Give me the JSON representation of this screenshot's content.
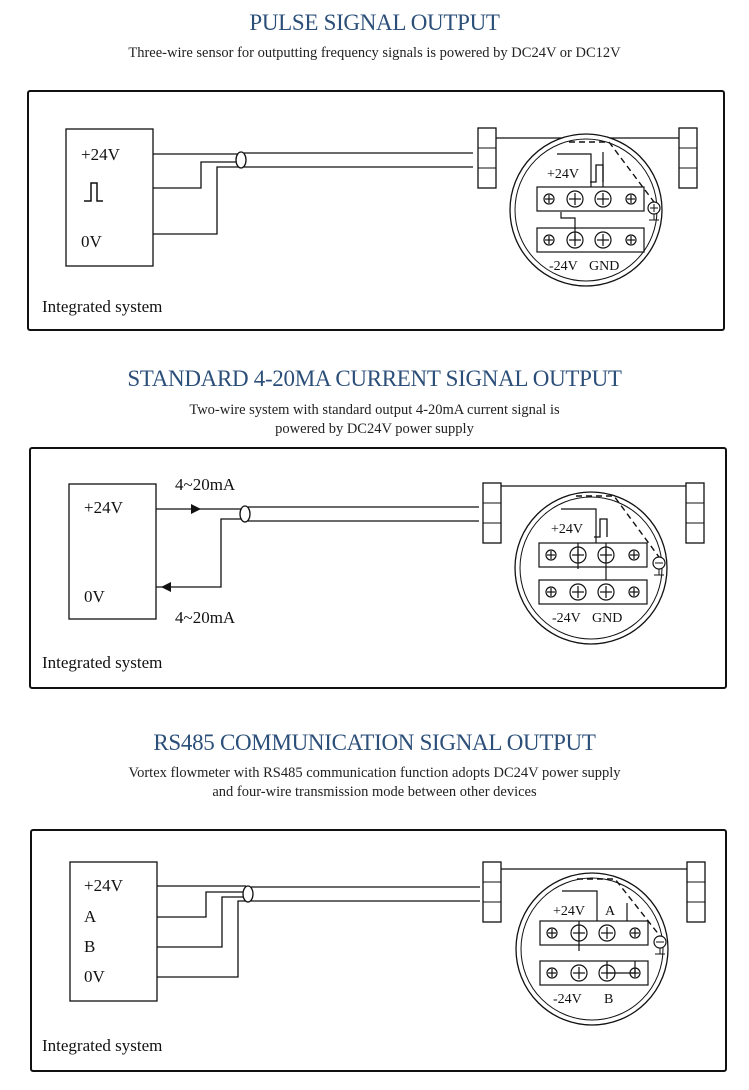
{
  "sections": [
    {
      "title": "PULSE SIGNAL OUTPUT",
      "description": [
        "Three-wire sensor for outputting frequency signals is powered by DC24V or DC12V"
      ],
      "system_label": "Integrated system",
      "box_labels": [
        "+24V",
        "0V"
      ],
      "terminal_top": "+24V",
      "terminal_bottom": [
        "-24V",
        "GND"
      ]
    },
    {
      "title": "STANDARD 4-20MA CURRENT SIGNAL OUTPUT",
      "description": [
        "Two-wire system with standard output 4-20mA current signal is",
        "powered by DC24V power supply"
      ],
      "system_label": "Integrated system",
      "box_labels": [
        "+24V",
        "0V"
      ],
      "current_labels": [
        "4~20mA",
        "4~20mA"
      ],
      "terminal_top": "+24V",
      "terminal_bottom": [
        "-24V",
        "GND"
      ]
    },
    {
      "title": "RS485 COMMUNICATION SIGNAL OUTPUT",
      "description": [
        "Vortex flowmeter with RS485 communication function adopts DC24V power supply",
        "and four-wire transmission mode between other devices"
      ],
      "system_label": "Integrated system",
      "box_labels": [
        "+24V",
        "A",
        "B",
        "0V"
      ],
      "terminal_top": [
        "+24V",
        "A"
      ],
      "terminal_bottom": [
        "-24V",
        "B"
      ]
    }
  ]
}
